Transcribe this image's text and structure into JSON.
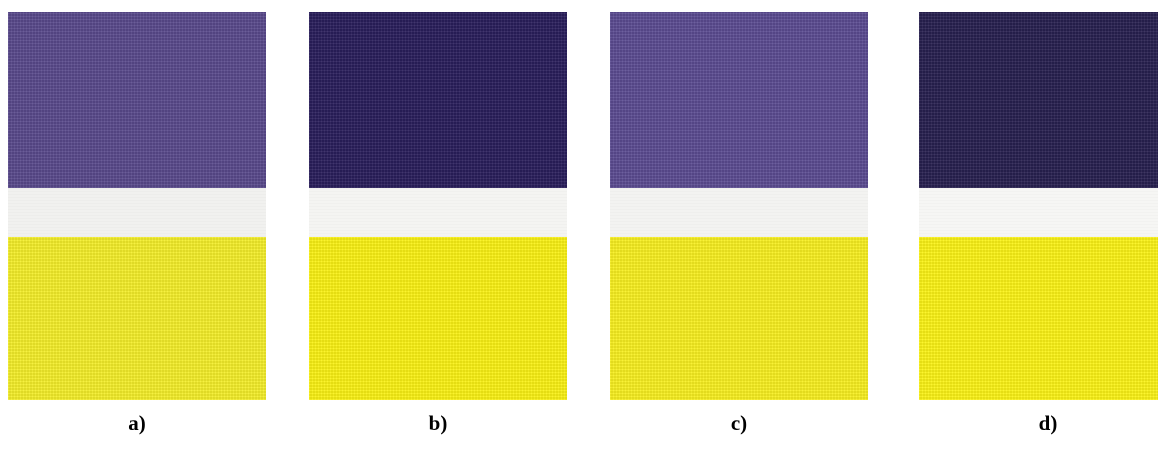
{
  "panels": [
    {
      "label": "a)",
      "colors": {
        "top": "#5a4a8c",
        "middle": "#f1f1ef",
        "bottom": "#f5ef2a"
      }
    },
    {
      "label": "b)",
      "colors": {
        "top": "#2a1e5c",
        "middle": "#f4f4f2",
        "bottom": "#fbf214"
      }
    },
    {
      "label": "c)",
      "colors": {
        "top": "#5c4c92",
        "middle": "#f3f3f1",
        "bottom": "#f9f020"
      }
    },
    {
      "label": "d)",
      "colors": {
        "top": "#282050",
        "middle": "#f6f6f4",
        "bottom": "#fcf416"
      }
    }
  ]
}
